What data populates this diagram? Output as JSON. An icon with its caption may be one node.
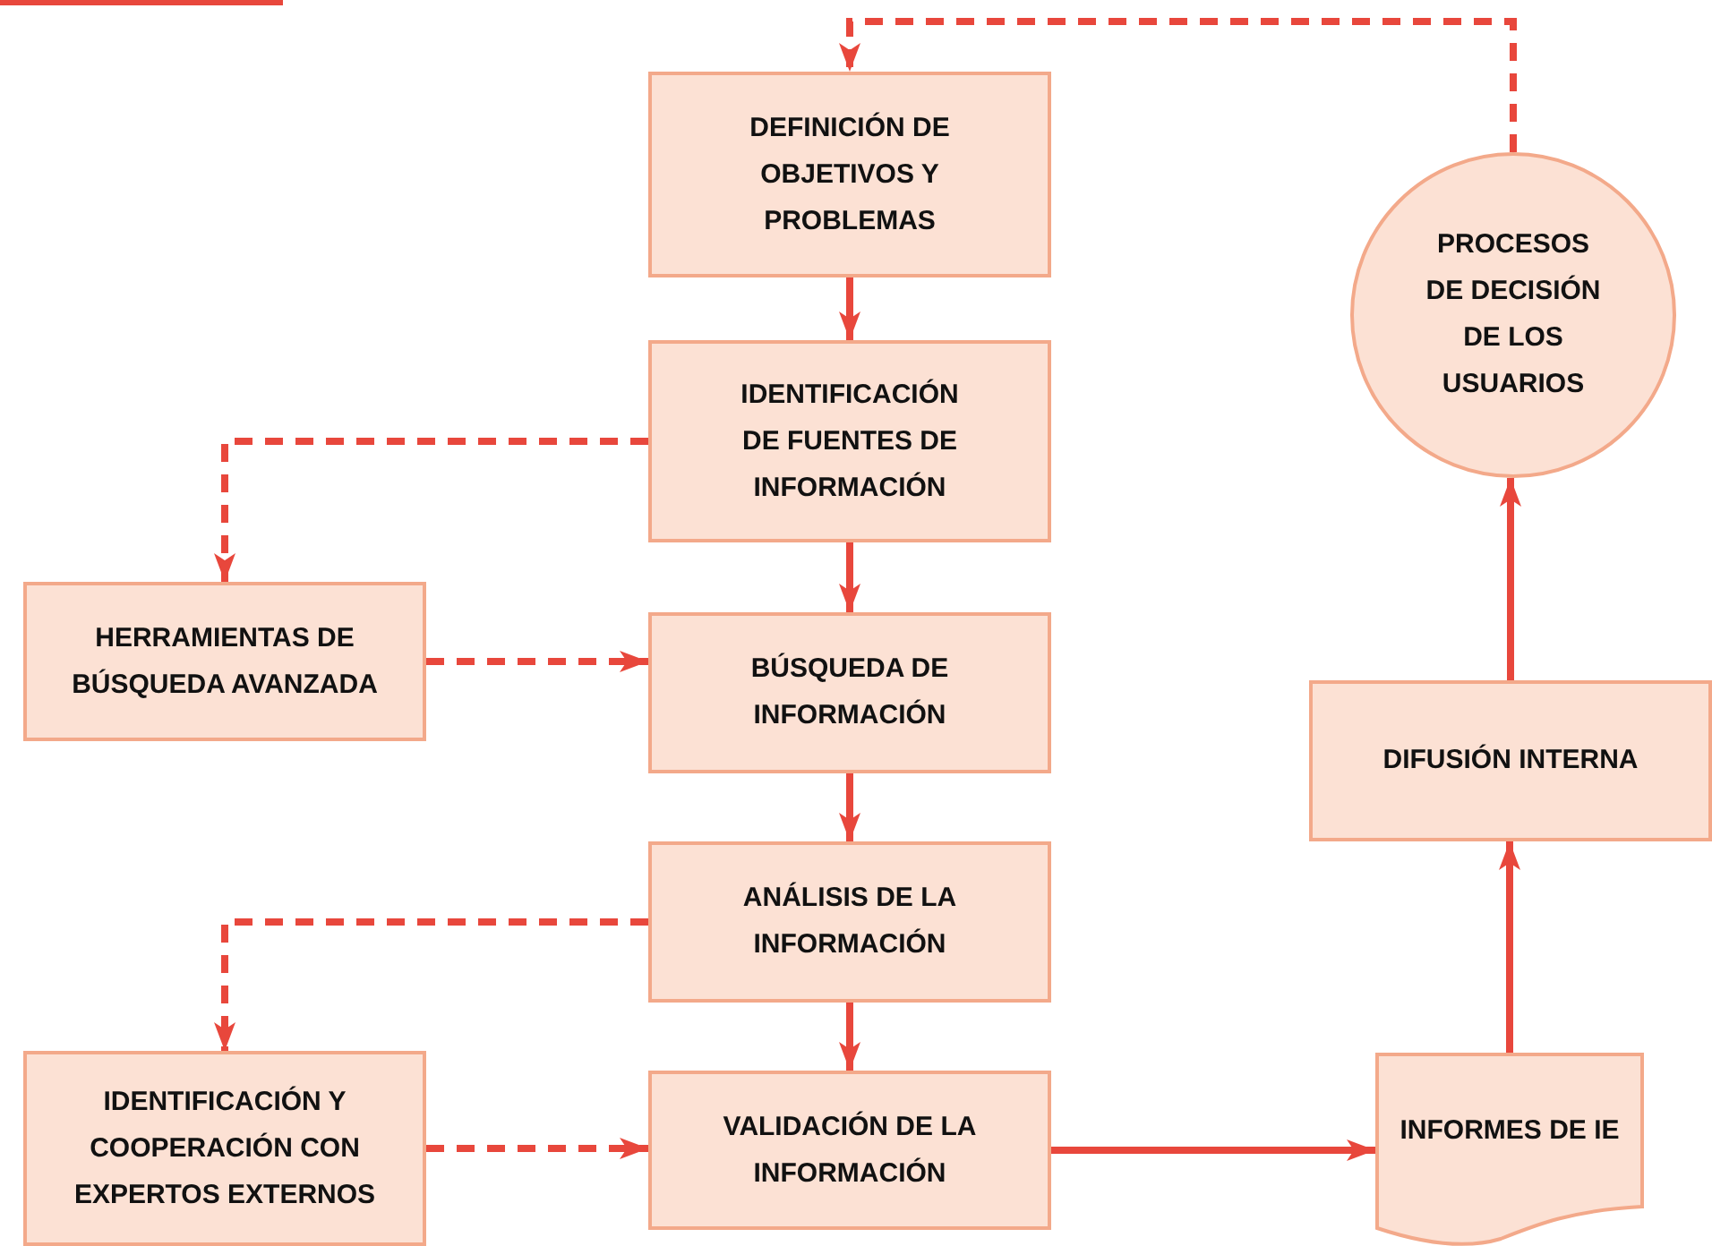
{
  "diagram": {
    "nodes": [
      {
        "text": [
          "DEFINICIÓN DE OBJETIVOS Y PROBLEMAS"
        ]
      },
      {
        "text": [
          "IDENTIFICACIÓN DE FUENTES DE INFORMACIÓN"
        ]
      },
      {
        "text": [
          "HERRAMIENTAS DE BÚSQUEDA AVANZADA"
        ]
      },
      {
        "text": [
          "BÚSQUEDA DE INFORMACIÓN"
        ]
      },
      {
        "text": [
          "ANÁLISIS DE LA INFORMACIÓN"
        ]
      },
      {
        "text": [
          "IDENTIFICACIÓN Y COOPERACIÓN CON EXPERTOS EXTERNOS"
        ]
      },
      {
        "text": [
          "VALIDACIÓN DE LA INFORMACIÓN"
        ]
      },
      {
        "text": [
          "INFORMES DE IE"
        ]
      },
      {
        "text": [
          "DIFUSIÓN INTERNA"
        ]
      },
      {
        "text": [
          "PROCESOS DE DECISIÓN DE LOS USUARIOS"
        ]
      }
    ],
    "edges": [
      {
        "from": 0,
        "to": 1,
        "arrow": "to"
      },
      {
        "from": 1,
        "to": 3,
        "arrow": "to"
      },
      {
        "from": 3,
        "to": 4,
        "arrow": "to"
      },
      {
        "from": 4,
        "to": 6,
        "arrow": "to"
      },
      {
        "from": 1,
        "to": 2,
        "arrow": "to",
        "style": "dashed"
      },
      {
        "from": 2,
        "to": 3,
        "arrow": "to",
        "style": "dashed"
      },
      {
        "from": 4,
        "to": 5,
        "arrow": "to",
        "style": "dashed"
      },
      {
        "from": 5,
        "to": 6,
        "arrow": "to",
        "style": "dashed"
      },
      {
        "from": 6,
        "to": 7,
        "arrow": "to"
      },
      {
        "from": 7,
        "to": 8,
        "arrow": "to"
      },
      {
        "from": 8,
        "to": 9,
        "arrow": "to"
      },
      {
        "from": 9,
        "to": 0,
        "arrow": "to",
        "style": "dashed"
      }
    ]
  }
}
